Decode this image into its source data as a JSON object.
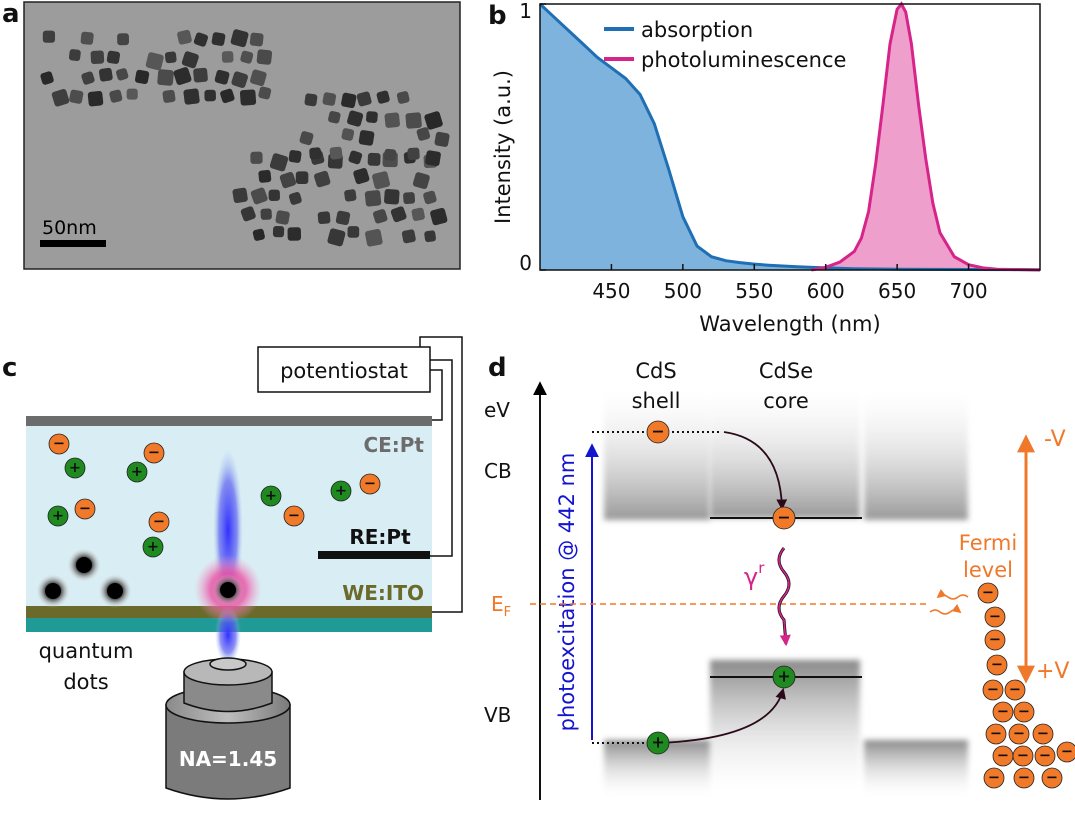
{
  "panels": {
    "a": {
      "letter": "a",
      "scale_bar_label": "50nm"
    },
    "b": {
      "letter": "b"
    },
    "c": {
      "letter": "c",
      "potentiostat": "potentiostat",
      "counter_electrode": "CE:Pt",
      "reference_electrode": "RE:Pt",
      "working_electrode": "WE:ITO",
      "qd_label_line1": "quantum",
      "qd_label_line2": "dots",
      "objective_label": "NA=1.45",
      "charges": {
        "minus": "−",
        "plus": "+"
      }
    },
    "d": {
      "letter": "d",
      "shell_line1": "CdS",
      "shell_line2": "shell",
      "core_line1": "CdSe",
      "core_line2": "core",
      "energy_axis": "eV",
      "cb": "CB",
      "vb": "VB",
      "fermi_symbol": "E",
      "fermi_subscript": "F",
      "photoexcitation": "photoexcitation @ 442 nm",
      "gamma": "γ",
      "gamma_superscript": "r",
      "fermi_level_line1": "Fermi",
      "fermi_level_line2": "level",
      "neg_voltage": "-V",
      "pos_voltage": "+V"
    }
  },
  "colors": {
    "absorption": "#1f6fb4",
    "absorption_fill": "#7db3dd",
    "photoluminescence": "#d6248a",
    "photoluminescence_fill": "#ef9fcb",
    "electron": "#f07a2a",
    "hole": "#1f8a1f",
    "electrolyte": "#d9eef4",
    "ito": "#6b6a2a",
    "substrate": "#1f9a96",
    "fermi": "#f0782a",
    "photoexcitation": "#1414d0"
  },
  "chart_data": {
    "type": "line",
    "xlabel": "Wavelength (nm)",
    "ylabel": "Intensity (a.u.)",
    "xlim": [
      400,
      750
    ],
    "ylim": [
      0,
      1
    ],
    "xticks": [
      450,
      500,
      550,
      600,
      650,
      700
    ],
    "yticks": [
      0,
      1
    ],
    "legend_position": "top-left",
    "grid": false,
    "series": [
      {
        "name": "absorption",
        "x": [
          400,
          410,
          420,
          430,
          440,
          450,
          460,
          470,
          480,
          490,
          500,
          510,
          520,
          530,
          540,
          550,
          560,
          580,
          600,
          620,
          650,
          700,
          750
        ],
        "values": [
          1.0,
          0.95,
          0.9,
          0.85,
          0.8,
          0.76,
          0.72,
          0.66,
          0.55,
          0.38,
          0.2,
          0.09,
          0.05,
          0.035,
          0.028,
          0.022,
          0.018,
          0.012,
          0.008,
          0.005,
          0.003,
          0.002,
          0.001
        ]
      },
      {
        "name": "photoluminescence",
        "x": [
          590,
          600,
          610,
          620,
          625,
          630,
          635,
          640,
          645,
          650,
          653,
          656,
          660,
          665,
          670,
          675,
          680,
          690,
          700,
          710,
          720,
          750
        ],
        "values": [
          0.0,
          0.01,
          0.03,
          0.07,
          0.12,
          0.22,
          0.4,
          0.62,
          0.85,
          0.98,
          1.0,
          0.97,
          0.85,
          0.62,
          0.42,
          0.25,
          0.14,
          0.05,
          0.02,
          0.008,
          0.003,
          0.0
        ]
      }
    ]
  }
}
